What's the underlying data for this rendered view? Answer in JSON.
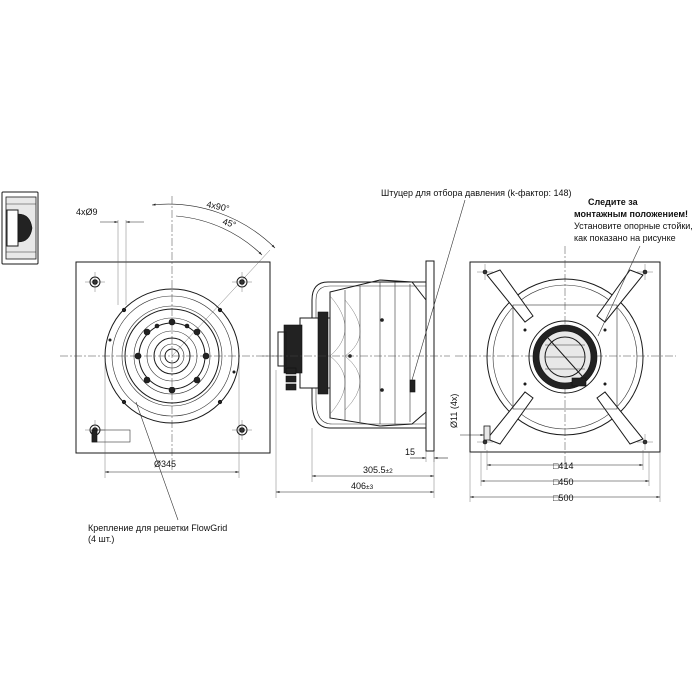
{
  "dimensions": {
    "holes": "4xØ9",
    "angle_pitch": "4x90°",
    "angle_offset": "45°",
    "ring_diameter": "Ø345",
    "depth_1": "305.5",
    "depth_1_tol": "±2",
    "depth_2": "406",
    "depth_2_tol": "±3",
    "flange_thickness": "15",
    "mount_holes": "Ø11 (4x)",
    "square_1": "□414",
    "square_2": "□450",
    "square_3": "□500"
  },
  "callouts": {
    "pressure_tap": "Штуцер для отбора давления (k-фактор: 148)",
    "warning_line1": "Следите за",
    "warning_line2": "монтажным положением!",
    "note_line1": "Установите опорные стойки,",
    "note_line2": "как показано на рисунке",
    "grid_mount_line1": "Крепление для решетки FlowGrid",
    "grid_mount_line2": "(4 шт.)"
  }
}
